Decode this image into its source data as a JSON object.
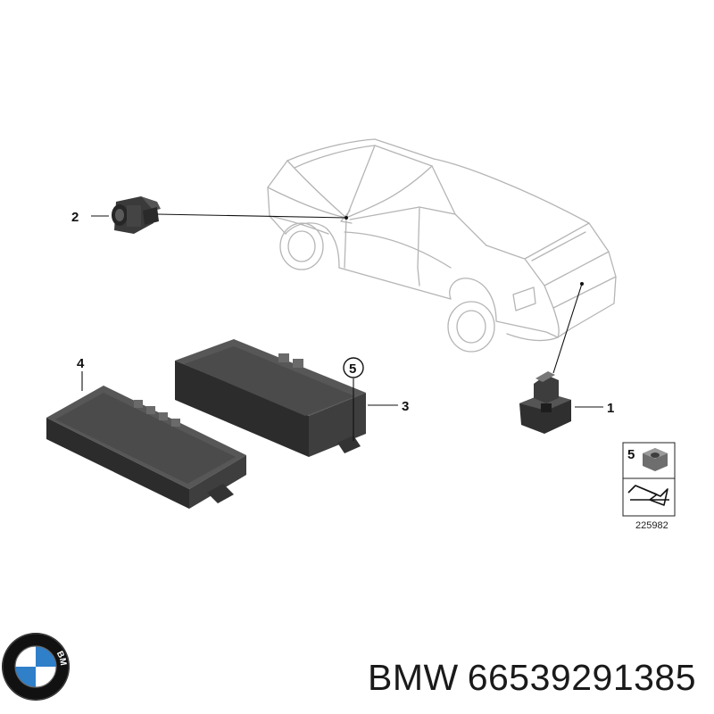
{
  "callouts": {
    "c1": "1",
    "c2": "2",
    "c3": "3",
    "c4": "4",
    "c5": "5",
    "legend5": "5"
  },
  "legend": {
    "code": "225982"
  },
  "logo": {
    "letters": "BMW",
    "colors": {
      "ring": "#111111",
      "blue": "#2f7fc9",
      "white": "#ffffff"
    }
  },
  "footer": {
    "brand": "BMW",
    "part_number": "66539291385"
  },
  "colors": {
    "line": "#b8b8b8",
    "part_dark": "#2e2e2e",
    "part_mid": "#4a4a4a",
    "leader": "#111111"
  }
}
